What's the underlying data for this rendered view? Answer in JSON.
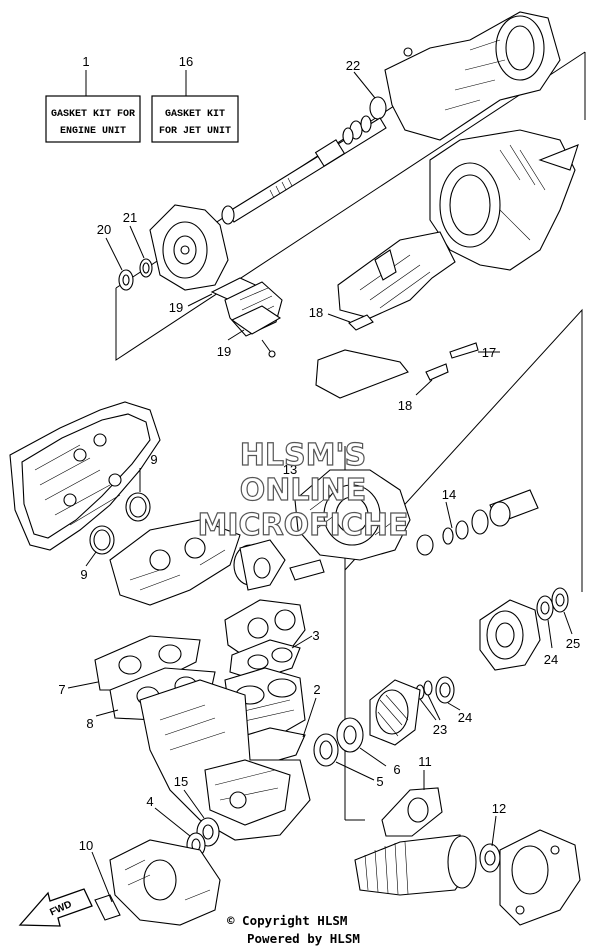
{
  "kits": [
    {
      "number": "1",
      "line1": "GASKET KIT FOR",
      "line2": "ENGINE UNIT"
    },
    {
      "number": "16",
      "line1": "GASKET KIT",
      "line2": "FOR JET UNIT"
    }
  ],
  "callouts": {
    "c2": "2",
    "c3": "3",
    "c4": "4",
    "c5": "5",
    "c6": "6",
    "c7": "7",
    "c8": "8",
    "c9a": "9",
    "c9b": "9",
    "c10": "10",
    "c11": "11",
    "c12": "12",
    "c13": "13",
    "c14": "14",
    "c15": "15",
    "c17": "17",
    "c18a": "18",
    "c18b": "18",
    "c19a": "19",
    "c19b": "19",
    "c20": "20",
    "c21": "21",
    "c22": "22",
    "c23": "23",
    "c24a": "24",
    "c24b": "24",
    "c25": "25"
  },
  "watermark": {
    "line1": "HLSM'S",
    "line2": "ONLINE",
    "line3": "MICROFICHE"
  },
  "fwd_label": "FWD",
  "footer": {
    "copyright": "© Copyright HLSM",
    "powered": "Powered by HLSM"
  }
}
